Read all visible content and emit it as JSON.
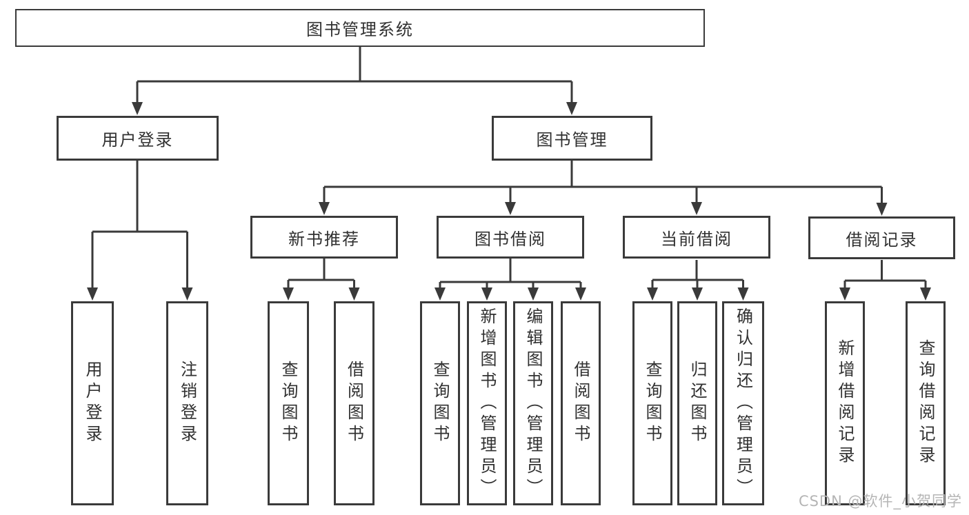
{
  "diagram": {
    "type": "tree",
    "colors": {
      "line": "#3a3a3a",
      "border": "#3a3a3a",
      "text": "#303030",
      "background": "#ffffff",
      "watermark": "#b5b5b5"
    },
    "nodes": {
      "root": {
        "label": "图书管理系统"
      },
      "user_login": {
        "label": "用户登录"
      },
      "book_management": {
        "label": "图书管理"
      },
      "new_book_recommend": {
        "label": "新书推荐"
      },
      "book_borrow": {
        "label": "图书借阅"
      },
      "current_borrow": {
        "label": "当前借阅"
      },
      "borrow_record": {
        "label": "借阅记录"
      },
      "leaf_user_login": {
        "label": "用户登录"
      },
      "leaf_logout": {
        "label": "注销登录"
      },
      "leaf_query_book_a": {
        "label": "查询图书"
      },
      "leaf_borrow_book_a": {
        "label": "借阅图书"
      },
      "leaf_query_book_b": {
        "label": "查询图书"
      },
      "leaf_add_book": {
        "label": "新增图书（管理员）"
      },
      "leaf_edit_book": {
        "label": "编辑图书（管理员）"
      },
      "leaf_borrow_book_b": {
        "label": "借阅图书"
      },
      "leaf_query_book_c": {
        "label": "查询图书"
      },
      "leaf_return_book": {
        "label": "归还图书"
      },
      "leaf_confirm_return": {
        "label": "确认归还（管理员）"
      },
      "leaf_add_borrow_record": {
        "label": "新增借阅记录"
      },
      "leaf_query_borrow_record": {
        "label": "查询借阅记录"
      }
    },
    "edges": [
      [
        "root",
        "user_login"
      ],
      [
        "root",
        "book_management"
      ],
      [
        "user_login",
        "leaf_user_login"
      ],
      [
        "user_login",
        "leaf_logout"
      ],
      [
        "book_management",
        "new_book_recommend"
      ],
      [
        "book_management",
        "book_borrow"
      ],
      [
        "book_management",
        "current_borrow"
      ],
      [
        "book_management",
        "borrow_record"
      ],
      [
        "new_book_recommend",
        "leaf_query_book_a"
      ],
      [
        "new_book_recommend",
        "leaf_borrow_book_a"
      ],
      [
        "book_borrow",
        "leaf_query_book_b"
      ],
      [
        "book_borrow",
        "leaf_add_book"
      ],
      [
        "book_borrow",
        "leaf_edit_book"
      ],
      [
        "book_borrow",
        "leaf_borrow_book_b"
      ],
      [
        "current_borrow",
        "leaf_query_book_c"
      ],
      [
        "current_borrow",
        "leaf_return_book"
      ],
      [
        "current_borrow",
        "leaf_confirm_return"
      ],
      [
        "borrow_record",
        "leaf_add_borrow_record"
      ],
      [
        "borrow_record",
        "leaf_query_borrow_record"
      ]
    ]
  },
  "watermark": {
    "text": "CSDN @软件_小贺同学"
  }
}
